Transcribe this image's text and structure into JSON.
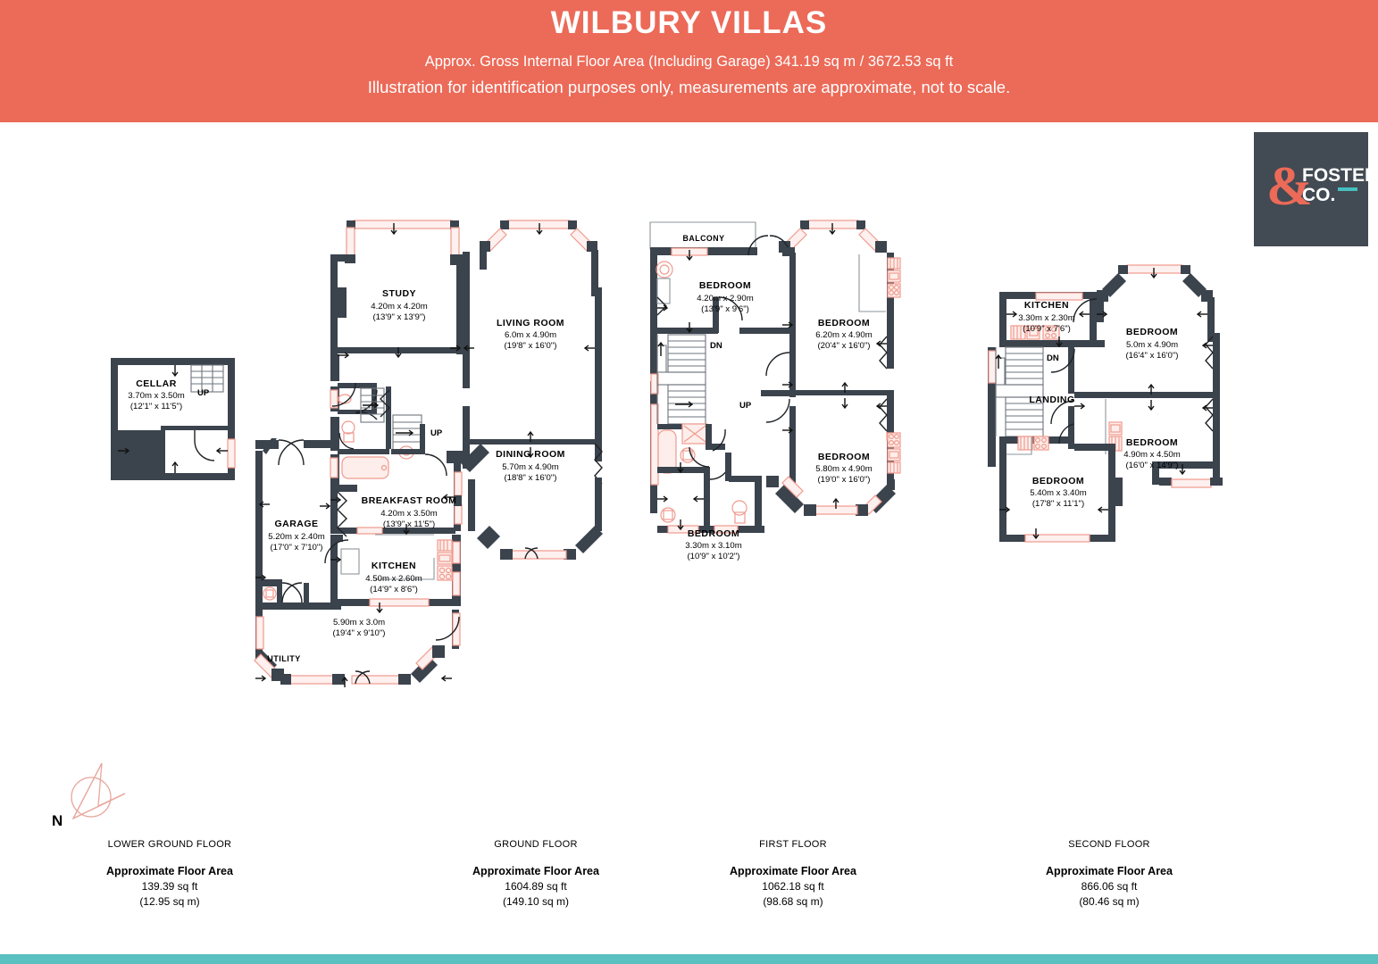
{
  "header": {
    "title": "WILBURY VILLAS",
    "area_summary": "Approx. Gross Internal Floor Area (Including Garage) 341.19 sq m / 3672.53 sq ft",
    "disclaimer": "Illustration for identification purposes only, measurements are approximate, not to scale."
  },
  "logo": {
    "ampersand": "&",
    "line1": "FOSTER",
    "line2": "CO.",
    "accent_color": "#45bfbf",
    "brand_color": "#ec6a58",
    "background_color": "#424a53"
  },
  "colors": {
    "header_band": "#ec6a58",
    "wall": "#3b434d",
    "window": "#f6c9c2",
    "window_fill": "#fdf0ee",
    "fixture": "#f0948a",
    "bottom_strip": "#5bc0c0"
  },
  "compass": {
    "label": "N"
  },
  "floors": [
    {
      "id": "lower-ground",
      "caption_name": "LOWER GROUND FLOOR",
      "caption_head": "Approximate Floor Area",
      "area_ft": "139.39 sq ft",
      "area_m": "(12.95 sq m)",
      "rooms": [
        {
          "name": "CELLAR",
          "dim_m": "3.70m x 3.50m",
          "dim_ft": "(12'1\" x 11'5\")"
        }
      ],
      "markers": [
        "UP"
      ]
    },
    {
      "id": "ground",
      "caption_name": "GROUND FLOOR",
      "caption_head": "Approximate Floor Area",
      "area_ft": "1604.89 sq ft",
      "area_m": "(149.10 sq m)",
      "rooms": [
        {
          "name": "STUDY",
          "dim_m": "4.20m x 4.20m",
          "dim_ft": "(13'9\" x 13'9\")"
        },
        {
          "name": "LIVING ROOM",
          "dim_m": "6.0m x 4.90m",
          "dim_ft": "(19'8\" x 16'0\")"
        },
        {
          "name": "DINING ROOM",
          "dim_m": "5.70m x 4.90m",
          "dim_ft": "(18'8\" x 16'0\")"
        },
        {
          "name": "BREAKFAST ROOM",
          "dim_m": "4.20m x 3.50m",
          "dim_ft": "(13'9\" x 11'5\")"
        },
        {
          "name": "GARAGE",
          "dim_m": "5.20m x 2.40m",
          "dim_ft": "(17'0\" x 7'10\")"
        },
        {
          "name": "KITCHEN",
          "dim_m": "4.50m x 2.60m",
          "dim_ft": "(14'9\" x 8'6\")"
        },
        {
          "name": "UTILITY",
          "dim_m": "",
          "dim_ft": ""
        },
        {
          "name": "",
          "dim_m": "5.90m x 3.0m",
          "dim_ft": "(19'4\" x 9'10\")"
        }
      ],
      "markers": [
        "UP"
      ]
    },
    {
      "id": "first",
      "caption_name": "FIRST FLOOR",
      "caption_head": "Approximate Floor Area",
      "area_ft": "1062.18 sq ft",
      "area_m": "(98.68 sq m)",
      "rooms": [
        {
          "name": "BALCONY",
          "dim_m": "",
          "dim_ft": ""
        },
        {
          "name": "BEDROOM",
          "dim_m": "4.20m x 2.90m",
          "dim_ft": "(13'9\" x 9'6\")"
        },
        {
          "name": "BEDROOM",
          "dim_m": "6.20m x 4.90m",
          "dim_ft": "(20'4\" x 16'0\")"
        },
        {
          "name": "BEDROOM",
          "dim_m": "5.80m x 4.90m",
          "dim_ft": "(19'0\" x 16'0\")"
        },
        {
          "name": "BEDROOM",
          "dim_m": "3.30m x 3.10m",
          "dim_ft": "(10'9\" x 10'2\")"
        }
      ],
      "markers": [
        "DN",
        "UP"
      ]
    },
    {
      "id": "second",
      "caption_name": "SECOND FLOOR",
      "caption_head": "Approximate Floor Area",
      "area_ft": "866.06 sq ft",
      "area_m": "(80.46 sq m)",
      "rooms": [
        {
          "name": "KITCHEN",
          "dim_m": "3.30m x 2.30m",
          "dim_ft": "(10'9\" x 7'6\")"
        },
        {
          "name": "LANDING",
          "dim_m": "",
          "dim_ft": ""
        },
        {
          "name": "BEDROOM",
          "dim_m": "5.0m x 4.90m",
          "dim_ft": "(16'4\" x 16'0\")"
        },
        {
          "name": "BEDROOM",
          "dim_m": "4.90m x 4.50m",
          "dim_ft": "(16'0\" x 14'9\")"
        },
        {
          "name": "BEDROOM",
          "dim_m": "5.40m x 3.40m",
          "dim_ft": "(17'8\" x 11'1\")"
        }
      ],
      "markers": [
        "DN"
      ]
    }
  ],
  "labels": {
    "cellar_name": "CELLAR",
    "cellar_dim_m": "3.70m x 3.50m",
    "cellar_dim_ft": "(12'1\" x 11'5\")",
    "cellar_up": "UP",
    "study_name": "STUDY",
    "study_dim_m": "4.20m x 4.20m",
    "study_dim_ft": "(13'9\" x 13'9\")",
    "living_name": "LIVING ROOM",
    "living_dim_m": "6.0m x 4.90m",
    "living_dim_ft": "(19'8\" x 16'0\")",
    "dining_name": "DINING ROOM",
    "dining_dim_m": "5.70m x 4.90m",
    "dining_dim_ft": "(18'8\" x 16'0\")",
    "breakfast_name": "BREAKFAST ROOM",
    "breakfast_dim_m": "4.20m x 3.50m",
    "breakfast_dim_ft": "(13'9\" x 11'5\")",
    "garage_name": "GARAGE",
    "garage_dim_m": "5.20m x 2.40m",
    "garage_dim_ft": "(17'0\" x 7'10\")",
    "gkitchen_name": "KITCHEN",
    "gkitchen_dim_m": "4.50m x 2.60m",
    "gkitchen_dim_ft": "(14'9\" x 8'6\")",
    "utility_name": "UTILITY",
    "conservatory_dim_m": "5.90m x 3.0m",
    "conservatory_dim_ft": "(19'4\" x 9'10\")",
    "ground_up": "UP",
    "balcony_name": "BALCONY",
    "f1_bed1_name": "BEDROOM",
    "f1_bed1_dim_m": "4.20m x 2.90m",
    "f1_bed1_dim_ft": "(13'9\" x 9'6\")",
    "f1_bed2_name": "BEDROOM",
    "f1_bed2_dim_m": "6.20m x 4.90m",
    "f1_bed2_dim_ft": "(20'4\" x 16'0\")",
    "f1_bed3_name": "BEDROOM",
    "f1_bed3_dim_m": "5.80m x 4.90m",
    "f1_bed3_dim_ft": "(19'0\" x 16'0\")",
    "f1_bed4_name": "BEDROOM",
    "f1_bed4_dim_m": "3.30m x 3.10m",
    "f1_bed4_dim_ft": "(10'9\" x 10'2\")",
    "first_dn": "DN",
    "first_up": "UP",
    "f2_kitchen_name": "KITCHEN",
    "f2_kitchen_dim_m": "3.30m x 2.30m",
    "f2_kitchen_dim_ft": "(10'9\" x 7'6\")",
    "landing_name": "LANDING",
    "f2_bed1_name": "BEDROOM",
    "f2_bed1_dim_m": "5.0m x 4.90m",
    "f2_bed1_dim_ft": "(16'4\" x 16'0\")",
    "f2_bed2_name": "BEDROOM",
    "f2_bed2_dim_m": "4.90m x 4.50m",
    "f2_bed2_dim_ft": "(16'0\" x 14'9\")",
    "f2_bed3_name": "BEDROOM",
    "f2_bed3_dim_m": "5.40m x 3.40m",
    "f2_bed3_dim_ft": "(17'8\" x 11'1\")",
    "second_dn": "DN"
  },
  "captions": {
    "lower": {
      "name": "LOWER GROUND FLOOR",
      "head": "Approximate Floor Area",
      "ft": "139.39 sq ft",
      "m": "(12.95 sq m)"
    },
    "ground": {
      "name": "GROUND FLOOR",
      "head": "Approximate Floor Area",
      "ft": "1604.89 sq ft",
      "m": "(149.10 sq m)"
    },
    "first": {
      "name": "FIRST FLOOR",
      "head": "Approximate Floor Area",
      "ft": "1062.18 sq ft",
      "m": "(98.68 sq m)"
    },
    "second": {
      "name": "SECOND FLOOR",
      "head": "Approximate Floor Area",
      "ft": "866.06 sq ft",
      "m": "(80.46 sq m)"
    }
  }
}
